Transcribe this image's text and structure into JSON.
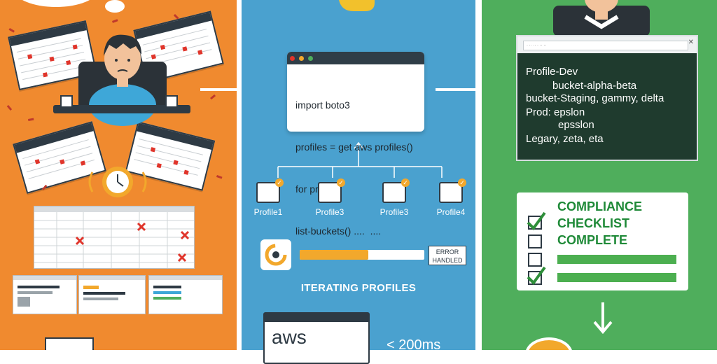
{
  "code_window": {
    "lines": [
      "import boto3",
      "profiles = get aws profiles()",
      "for profile:",
      "list-buckets() ....  ...."
    ]
  },
  "profiles": [
    {
      "label": "Profile1"
    },
    {
      "label": "Profile3"
    },
    {
      "label": "Profile3"
    },
    {
      "label": "Profile4"
    }
  ],
  "progress": {
    "fraction": 0.55,
    "status_label": "ERROR\nHANDLED",
    "caption": "ITERATING PROFILES"
  },
  "aws_box": {
    "logo_text": "aws",
    "latency_text": "< 200ms"
  },
  "terminal": {
    "url_text": "· ·· ·· · ·· ··",
    "lines": [
      "Profile-Dev",
      "bucket-alpha-beta",
      "bucket-Staging, gammy, delta",
      "Prod: epslon",
      "epsslon",
      "Legary, zeta, eta"
    ]
  },
  "checklist": {
    "lines": [
      "COMPLIANCE",
      "CHECKLIST",
      "COMPLETE"
    ],
    "items_checked": [
      true,
      false,
      false,
      true
    ]
  },
  "colors": {
    "left_bg": "#f08a2f",
    "mid_bg": "#4aa1cf",
    "right_bg": "#4fae5c",
    "accent": "#f2a82c",
    "red_x": "#e0352b"
  }
}
